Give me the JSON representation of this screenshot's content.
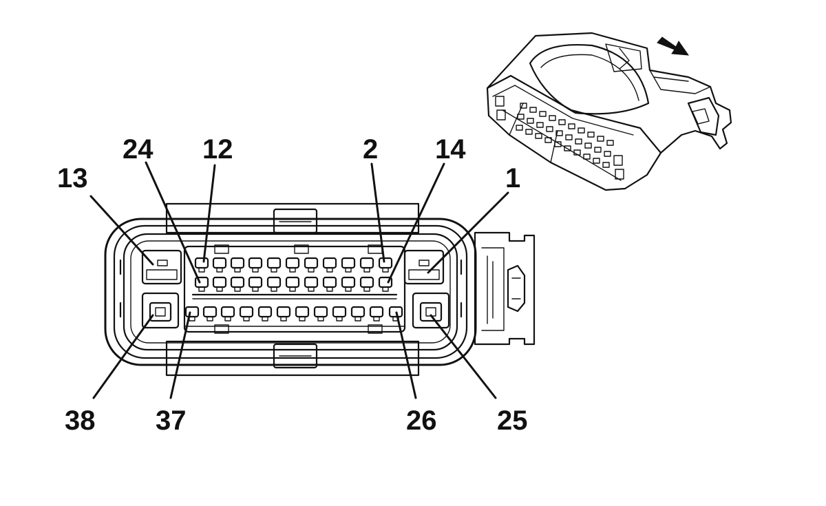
{
  "colors": {
    "ink": "#111111",
    "paper": "#ffffff"
  },
  "labels": {
    "p13": "13",
    "p24": "24",
    "p12": "12",
    "p2": "2",
    "p14": "14",
    "p1": "1",
    "p38": "38",
    "p37": "37",
    "p26": "26",
    "p25": "25"
  },
  "connector": {
    "top_row_cavities": 11,
    "middle_row_cavities": 11,
    "bottom_row_cavities": 12,
    "side_cavities": 4
  },
  "icons": [
    "direction-arrow-icon"
  ]
}
